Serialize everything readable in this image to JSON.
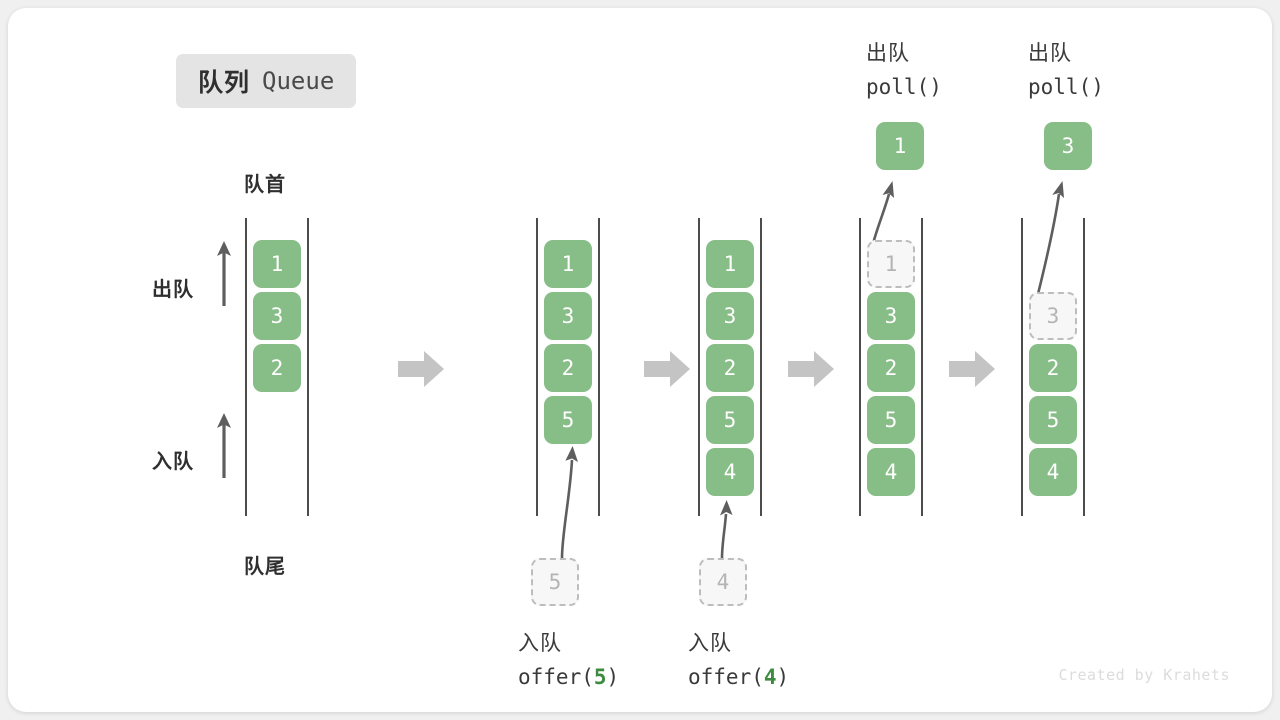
{
  "title": {
    "cn": "队列",
    "en": "Queue"
  },
  "labels": {
    "front": "队首",
    "rear": "队尾",
    "dequeue": "出队",
    "enqueue": "入队"
  },
  "watermark": "Created by Krahets",
  "colors": {
    "cell_fill": "#87bd86",
    "cell_text": "#ffffff",
    "ghost_border": "#bdbdbd",
    "ghost_text": "#b4b4b4",
    "block_arrow": "#c4c4c4",
    "thin_arrow": "#5e5e5e",
    "badge_bg": "#e4e4e4",
    "code_accent": "#3c8b3f"
  },
  "stages": [
    {
      "id": "initial",
      "caption_top": null,
      "caption_bottom": null,
      "cells": [
        {
          "value": "1",
          "state": "filled",
          "row": 0
        },
        {
          "value": "3",
          "state": "filled",
          "row": 1
        },
        {
          "value": "2",
          "state": "filled",
          "row": 2
        }
      ],
      "popped": null,
      "incoming": null
    },
    {
      "id": "offer-5",
      "caption_top": null,
      "caption_bottom": {
        "cn": "入队",
        "code_prefix": "offer(",
        "code_num": "5",
        "code_suffix": ")"
      },
      "cells": [
        {
          "value": "1",
          "state": "filled",
          "row": 0
        },
        {
          "value": "3",
          "state": "filled",
          "row": 1
        },
        {
          "value": "2",
          "state": "filled",
          "row": 2
        },
        {
          "value": "5",
          "state": "filled",
          "row": 3
        }
      ],
      "popped": null,
      "incoming": {
        "value": "5",
        "state": "ghost"
      }
    },
    {
      "id": "offer-4",
      "caption_top": null,
      "caption_bottom": {
        "cn": "入队",
        "code_prefix": "offer(",
        "code_num": "4",
        "code_suffix": ")"
      },
      "cells": [
        {
          "value": "1",
          "state": "filled",
          "row": 0
        },
        {
          "value": "3",
          "state": "filled",
          "row": 1
        },
        {
          "value": "2",
          "state": "filled",
          "row": 2
        },
        {
          "value": "5",
          "state": "filled",
          "row": 3
        },
        {
          "value": "4",
          "state": "filled",
          "row": 4
        }
      ],
      "popped": null,
      "incoming": {
        "value": "4",
        "state": "ghost"
      }
    },
    {
      "id": "poll-1",
      "caption_top": {
        "cn": "出队",
        "code": "poll()"
      },
      "caption_bottom": null,
      "cells": [
        {
          "value": "1",
          "state": "ghost",
          "row": 0
        },
        {
          "value": "3",
          "state": "filled",
          "row": 1
        },
        {
          "value": "2",
          "state": "filled",
          "row": 2
        },
        {
          "value": "5",
          "state": "filled",
          "row": 3
        },
        {
          "value": "4",
          "state": "filled",
          "row": 4
        }
      ],
      "popped": {
        "value": "1",
        "state": "filled"
      },
      "incoming": null
    },
    {
      "id": "poll-3",
      "caption_top": {
        "cn": "出队",
        "code": "poll()"
      },
      "caption_bottom": null,
      "cells": [
        {
          "value": "3",
          "state": "ghost",
          "row": 1
        },
        {
          "value": "2",
          "state": "filled",
          "row": 2
        },
        {
          "value": "5",
          "state": "filled",
          "row": 3
        },
        {
          "value": "4",
          "state": "filled",
          "row": 4
        }
      ],
      "popped": {
        "value": "3",
        "state": "filled"
      },
      "incoming": null
    }
  ]
}
